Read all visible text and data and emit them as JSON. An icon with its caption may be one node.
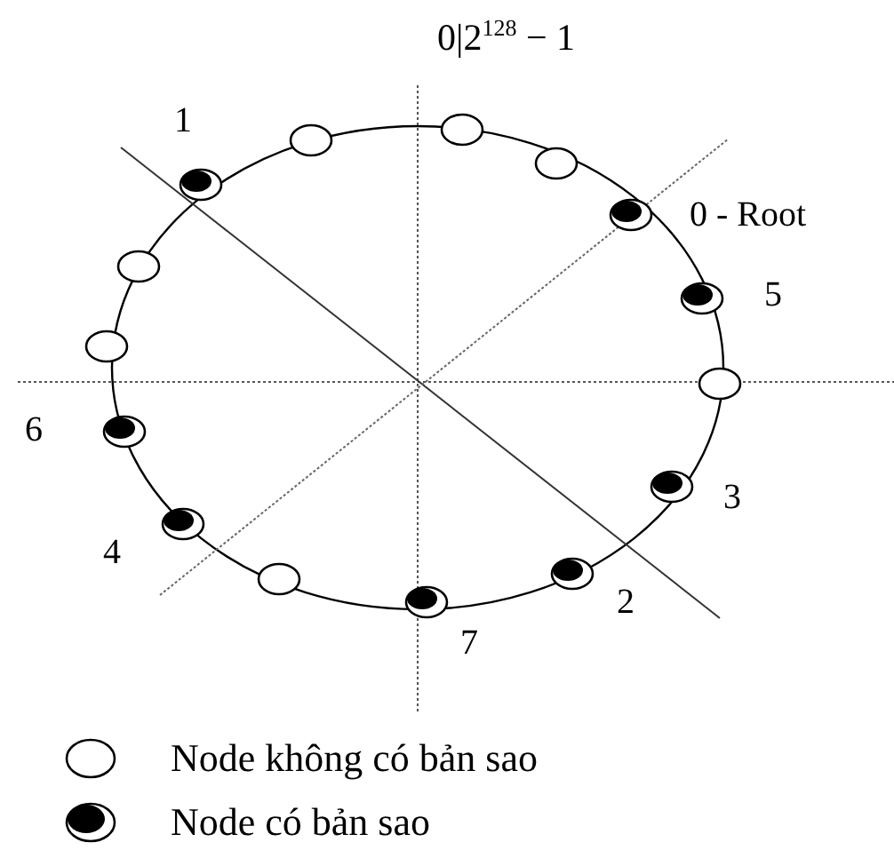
{
  "diagram": {
    "title": "0|2$^{128}$ − 1",
    "nodes": [
      {
        "text": [],
        "shape": "circle"
      },
      {
        "text": [],
        "shape": "circle"
      },
      {
        "text": [],
        "shape": "circle"
      },
      {
        "text": [],
        "shape": "disc",
        "beside": [
          "1"
        ]
      },
      {
        "text": [],
        "shape": "disc",
        "beside": [
          "0 - Root"
        ]
      },
      {
        "text": [],
        "shape": "circle"
      },
      {
        "text": [],
        "shape": "disc",
        "beside": [
          "5"
        ]
      },
      {
        "text": [],
        "shape": "circle"
      },
      {
        "text": [],
        "shape": "circle"
      },
      {
        "text": [],
        "shape": "disc",
        "beside": [
          "6"
        ]
      },
      {
        "text": [],
        "shape": "disc",
        "beside": [
          "3"
        ]
      },
      {
        "text": [],
        "shape": "disc",
        "beside": [
          "4"
        ]
      },
      {
        "text": [],
        "shape": "disc",
        "beside": [
          "2"
        ]
      },
      {
        "text": [],
        "shape": "circle"
      },
      {
        "text": [],
        "shape": "disc",
        "beside": [
          "7"
        ]
      }
    ],
    "legend": [
      {
        "text": "Node không có bản sao"
      },
      {
        "text": "Node có bản sao"
      }
    ]
  }
}
